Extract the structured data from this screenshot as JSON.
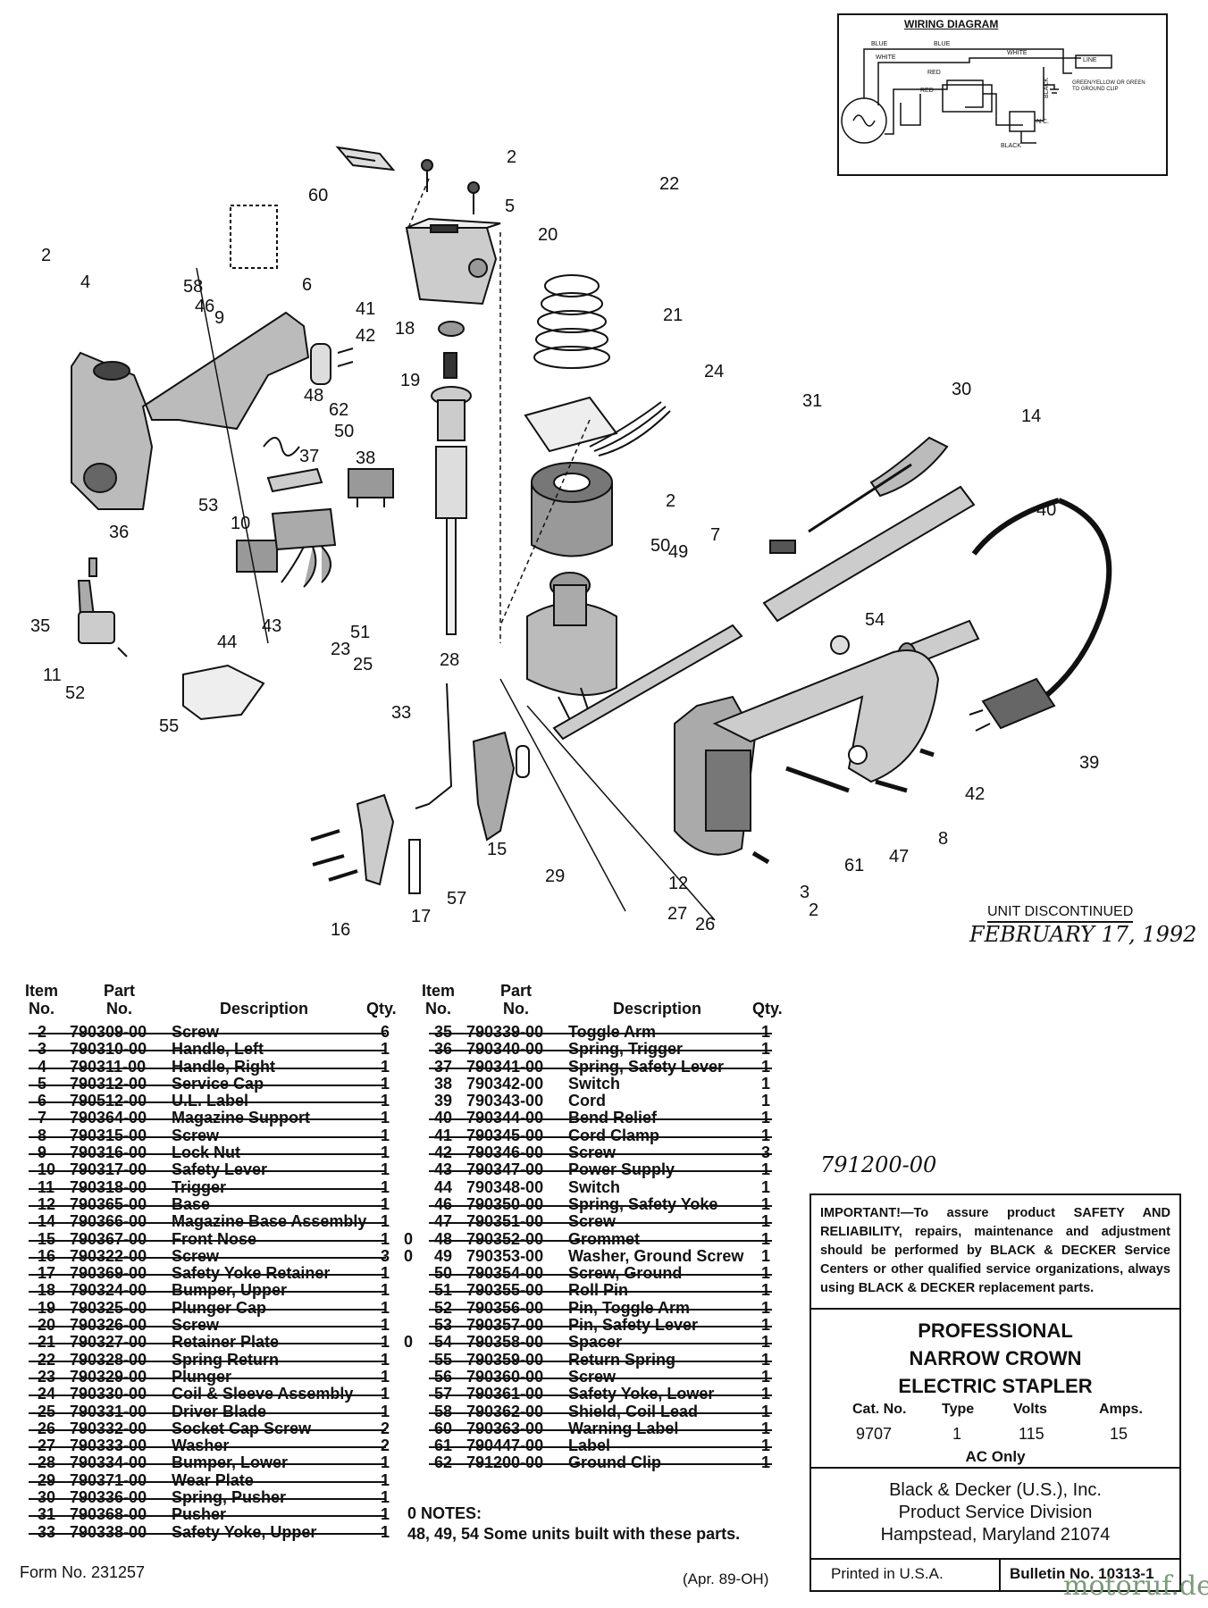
{
  "wiring": {
    "title": "WIRING DIAGRAM",
    "labels": {
      "blue1": "BLUE",
      "blue2": "BLUE",
      "white1": "WHITE",
      "white2": "WHITE",
      "red1": "RED",
      "red2": "RED",
      "line": "LINE",
      "ground": "GREEN/YELLOW OR GREEN TO GROUND CLIP",
      "black1": "BLACK",
      "black2": "BLACK",
      "nc": "N.C."
    }
  },
  "callouts": {
    "c2a": "2",
    "c60": "60",
    "c5": "5",
    "c22": "22",
    "c20": "20",
    "c2b": "2",
    "c4": "4",
    "c58": "58",
    "c46": "46",
    "c9": "9",
    "c6": "6",
    "c41": "41",
    "c42a": "42",
    "c18": "18",
    "c21": "21",
    "c24": "24",
    "c19": "19",
    "c48": "48",
    "c62": "62",
    "c50a": "50",
    "c31": "31",
    "c30": "30",
    "c14": "14",
    "c2c": "2",
    "c37": "37",
    "c38": "38",
    "c53": "53",
    "c10": "10",
    "c2d": "2",
    "c40": "40",
    "c36": "36",
    "c50b": "50",
    "c49": "49",
    "c7": "7",
    "c44": "44",
    "c43": "43",
    "c51": "51",
    "c23": "23",
    "c25": "25",
    "c28": "28",
    "c54": "54",
    "c35": "35",
    "c11": "11",
    "c52": "52",
    "c55": "55",
    "c33": "33",
    "c42b": "42",
    "c39": "39",
    "c15": "15",
    "c8": "8",
    "c61": "61",
    "c47": "47",
    "c29": "29",
    "c12": "12",
    "c3": "3",
    "c16": "16",
    "c17": "17",
    "c57": "57",
    "c27": "27",
    "c26": "26",
    "c2e": "2"
  },
  "notice": {
    "unit_discontinued": "UNIT DISCONTINUED",
    "date": "FEBRUARY 17, 1992",
    "handwritten_part": "791200-00"
  },
  "table": {
    "headers": {
      "item": "Item",
      "no": "No.",
      "part": "Part",
      "part_no": "No.",
      "description": "Description",
      "qty": "Qty."
    },
    "left": [
      {
        "item": "2",
        "part": "790309-00",
        "desc": "Screw",
        "qty": "6",
        "struck": true
      },
      {
        "item": "3",
        "part": "790310-00",
        "desc": "Handle, Left",
        "qty": "1",
        "struck": true
      },
      {
        "item": "4",
        "part": "790311-00",
        "desc": "Handle, Right",
        "qty": "1",
        "struck": true
      },
      {
        "item": "5",
        "part": "790312-00",
        "desc": "Service Cap",
        "qty": "1",
        "struck": true
      },
      {
        "item": "6",
        "part": "790512-00",
        "desc": "U.L. Label",
        "qty": "1",
        "struck": true
      },
      {
        "item": "7",
        "part": "790364-00",
        "desc": "Magazine Support",
        "qty": "1",
        "struck": true
      },
      {
        "item": "8",
        "part": "790315-00",
        "desc": "Screw",
        "qty": "1",
        "struck": true
      },
      {
        "item": "9",
        "part": "790316-00",
        "desc": "Lock Nut",
        "qty": "1",
        "struck": true
      },
      {
        "item": "10",
        "part": "790317-00",
        "desc": "Safety Lever",
        "qty": "1",
        "struck": true
      },
      {
        "item": "11",
        "part": "790318-00",
        "desc": "Trigger",
        "qty": "1",
        "struck": true
      },
      {
        "item": "12",
        "part": "790365-00",
        "desc": "Base",
        "qty": "1",
        "struck": true
      },
      {
        "item": "14",
        "part": "790366-00",
        "desc": "Magazine Base Assembly",
        "qty": "1",
        "struck": true
      },
      {
        "item": "15",
        "part": "790367-00",
        "desc": "Front Nose",
        "qty": "1",
        "struck": true
      },
      {
        "item": "16",
        "part": "790322-00",
        "desc": "Screw",
        "qty": "3",
        "struck": true
      },
      {
        "item": "17",
        "part": "790369-00",
        "desc": "Safety Yoke Retainer",
        "qty": "1",
        "struck": true
      },
      {
        "item": "18",
        "part": "790324-00",
        "desc": "Bumper, Upper",
        "qty": "1",
        "struck": true
      },
      {
        "item": "19",
        "part": "790325-00",
        "desc": "Plunger Cap",
        "qty": "1",
        "struck": true
      },
      {
        "item": "20",
        "part": "790326-00",
        "desc": "Screw",
        "qty": "1",
        "struck": true
      },
      {
        "item": "21",
        "part": "790327-00",
        "desc": "Retainer Plate",
        "qty": "1",
        "struck": true
      },
      {
        "item": "22",
        "part": "790328-00",
        "desc": "Spring Return",
        "qty": "1",
        "struck": true
      },
      {
        "item": "23",
        "part": "790329-00",
        "desc": "Plunger",
        "qty": "1",
        "struck": true
      },
      {
        "item": "24",
        "part": "790330-00",
        "desc": "Coil & Sleeve Assembly",
        "qty": "1",
        "struck": true
      },
      {
        "item": "25",
        "part": "790331-00",
        "desc": "Driver Blade",
        "qty": "1",
        "struck": true
      },
      {
        "item": "26",
        "part": "790332-00",
        "desc": "Socket Cap Screw",
        "qty": "2",
        "struck": true
      },
      {
        "item": "27",
        "part": "790333-00",
        "desc": "Washer",
        "qty": "2",
        "struck": true
      },
      {
        "item": "28",
        "part": "790334-00",
        "desc": "Bumper, Lower",
        "qty": "1",
        "struck": true
      },
      {
        "item": "29",
        "part": "790371-00",
        "desc": "Wear Plate",
        "qty": "1",
        "struck": true
      },
      {
        "item": "30",
        "part": "790336-00",
        "desc": "Spring, Pusher",
        "qty": "1",
        "struck": true
      },
      {
        "item": "31",
        "part": "790368-00",
        "desc": "Pusher",
        "qty": "1",
        "struck": true
      },
      {
        "item": "33",
        "part": "790338-00",
        "desc": "Safety Yoke, Upper",
        "qty": "1",
        "struck": true
      }
    ],
    "right": [
      {
        "mark": "",
        "item": "35",
        "part": "790339-00",
        "desc": "Toggle Arm",
        "qty": "1",
        "struck": true
      },
      {
        "mark": "",
        "item": "36",
        "part": "790340-00",
        "desc": "Spring, Trigger",
        "qty": "1",
        "struck": true
      },
      {
        "mark": "",
        "item": "37",
        "part": "790341-00",
        "desc": "Spring, Safety Lever",
        "qty": "1",
        "struck": true
      },
      {
        "mark": "",
        "item": "38",
        "part": "790342-00",
        "desc": "Switch",
        "qty": "1",
        "struck": false
      },
      {
        "mark": "",
        "item": "39",
        "part": "790343-00",
        "desc": "Cord",
        "qty": "1",
        "struck": false
      },
      {
        "mark": "",
        "item": "40",
        "part": "790344-00",
        "desc": "Bend Relief",
        "qty": "1",
        "struck": true
      },
      {
        "mark": "",
        "item": "41",
        "part": "790345-00",
        "desc": "Cord Clamp",
        "qty": "1",
        "struck": true
      },
      {
        "mark": "",
        "item": "42",
        "part": "790346-00",
        "desc": "Screw",
        "qty": "3",
        "struck": true
      },
      {
        "mark": "",
        "item": "43",
        "part": "790347-00",
        "desc": "Power Supply",
        "qty": "1",
        "struck": true
      },
      {
        "mark": "",
        "item": "44",
        "part": "790348-00",
        "desc": "Switch",
        "qty": "1",
        "struck": false
      },
      {
        "mark": "",
        "item": "46",
        "part": "790350-00",
        "desc": "Spring, Safety Yoke",
        "qty": "1",
        "struck": true
      },
      {
        "mark": "",
        "item": "47",
        "part": "790351-00",
        "desc": "Screw",
        "qty": "1",
        "struck": true
      },
      {
        "mark": "0",
        "item": "48",
        "part": "790352-00",
        "desc": "Grommet",
        "qty": "1",
        "struck": true
      },
      {
        "mark": "0",
        "item": "49",
        "part": "790353-00",
        "desc": "Washer, Ground Screw",
        "qty": "1",
        "struck": false
      },
      {
        "mark": "",
        "item": "50",
        "part": "790354-00",
        "desc": "Screw, Ground",
        "qty": "1",
        "struck": true
      },
      {
        "mark": "",
        "item": "51",
        "part": "790355-00",
        "desc": "Roll Pin",
        "qty": "1",
        "struck": true
      },
      {
        "mark": "",
        "item": "52",
        "part": "790356-00",
        "desc": "Pin, Toggle Arm",
        "qty": "1",
        "struck": true
      },
      {
        "mark": "",
        "item": "53",
        "part": "790357-00",
        "desc": "Pin, Safety Lever",
        "qty": "1",
        "struck": true
      },
      {
        "mark": "0",
        "item": "54",
        "part": "790358-00",
        "desc": "Spacer",
        "qty": "1",
        "struck": true
      },
      {
        "mark": "",
        "item": "55",
        "part": "790359-00",
        "desc": "Return Spring",
        "qty": "1",
        "struck": true
      },
      {
        "mark": "",
        "item": "56",
        "part": "790360-00",
        "desc": "Screw",
        "qty": "1",
        "struck": true
      },
      {
        "mark": "",
        "item": "57",
        "part": "790361-00",
        "desc": "Safety Yoke, Lower",
        "qty": "1",
        "struck": true
      },
      {
        "mark": "",
        "item": "58",
        "part": "790362-00",
        "desc": "Shield, Coil Lead",
        "qty": "1",
        "struck": true
      },
      {
        "mark": "",
        "item": "60",
        "part": "790363-00",
        "desc": "Warning Label",
        "qty": "1",
        "struck": true
      },
      {
        "mark": "",
        "item": "61",
        "part": "790447-00",
        "desc": "Label",
        "qty": "1",
        "struck": true
      },
      {
        "mark": "",
        "item": "62",
        "part": "791200-00",
        "desc": "Ground Clip",
        "qty": "1",
        "struck": true
      }
    ]
  },
  "notes": {
    "title": "0 NOTES:",
    "text": "48, 49, 54  Some units built with these parts."
  },
  "important": {
    "text": "IMPORTANT!—To assure product SAFETY AND RELIABILITY, repairs, maintenance and adjustment should be performed by BLACK & DECKER Service Centers or other qualified service organizations, always using BLACK & DECKER replacement parts."
  },
  "product": {
    "line1": "PROFESSIONAL",
    "line2": "NARROW CROWN",
    "line3": "ELECTRIC STAPLER",
    "spec_headers": [
      "Cat. No.",
      "Type",
      "Volts",
      "Amps."
    ],
    "spec_values": [
      "9707",
      "1",
      "115",
      "15"
    ],
    "ac": "AC Only"
  },
  "company": {
    "line1": "Black & Decker (U.S.), Inc.",
    "line2": "Product Service Division",
    "line3": "Hampstead, Maryland 21074"
  },
  "footer": {
    "printed": "Printed in U.S.A.",
    "bulletin": "Bulletin No. 10313-1",
    "form": "Form No. 231257",
    "rev": "(Apr. 89-OH)",
    "watermark": "motoruf.de"
  }
}
